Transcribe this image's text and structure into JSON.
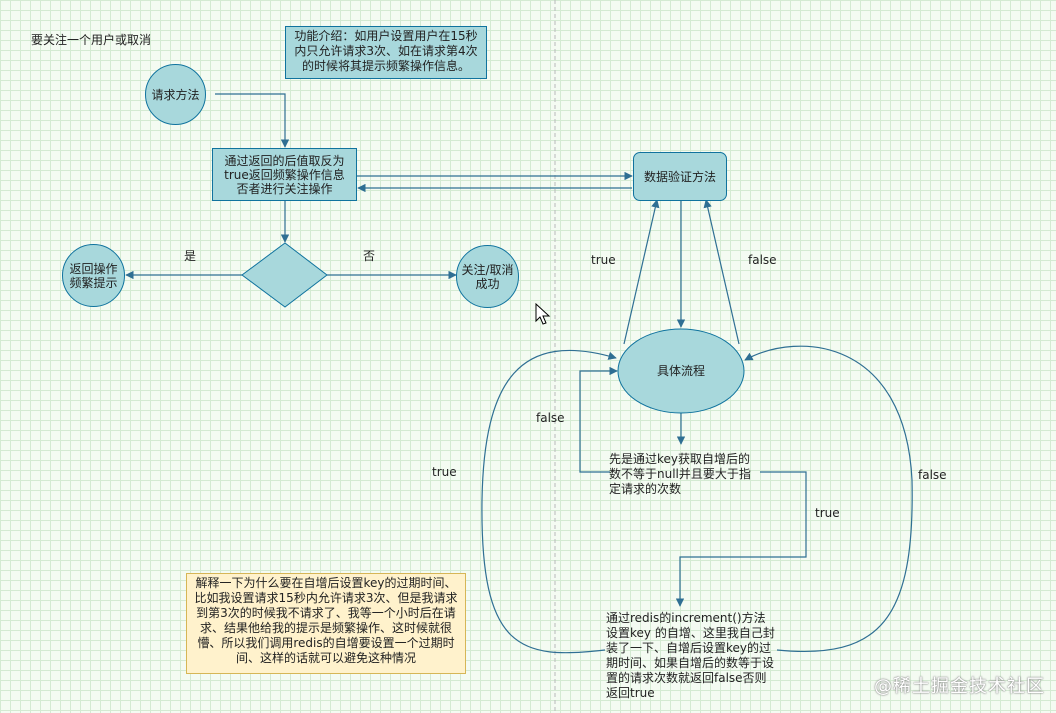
{
  "title": "要关注一个用户或取消",
  "intro": "功能介绍：如用户设置用户在15秒内只允许请求3次、如在请求第4次的时候将其提示频繁操作信息。",
  "nodes": {
    "request_method": "请求方法",
    "controller": "通过返回的后值取反为true返回频繁操作信息否者进行关注操作",
    "validate": "数据验证方法",
    "return_frequent": "返回操作频繁提示",
    "follow_success": "关注/取消成功",
    "detail_flow": "具体流程",
    "get_count": "先是通过key获取自增后的数不等于null并且要大于指定请求的次数",
    "redis_increment": "通过redis的increment()方法设置key 的自增、这里我自己封装了一下、自增后设置key的过期时间、如果自增后的数等于设置的请求次数就返回false否则返回true"
  },
  "explanation": "解释一下为什么要在自增后设置key的过期时间、比如我设置请求15秒内允许请求3次、但是我请求到第3次的时候我不请求了、我等一个小时后在请求、结果他给我的提示是频繁操作、这时候就很懵、所以我们调用redis的自增要设置一个过期时间、这样的话就可以避免这种情况",
  "edge_labels": {
    "yes": "是",
    "no": "否",
    "true_left": "true",
    "false_right": "false",
    "false_inner": "false",
    "true_outer": "true",
    "true_inner": "true",
    "false_outer": "false"
  },
  "watermark": "@稀土掘金技术社区",
  "colors": {
    "node_fill": "#a8d8dc",
    "node_stroke": "#10739e",
    "edge": "#2f6f93",
    "note_fill": "#fff2cc",
    "note_stroke": "#d6b656"
  },
  "icons": {
    "cursor": "mouse-pointer-icon"
  }
}
